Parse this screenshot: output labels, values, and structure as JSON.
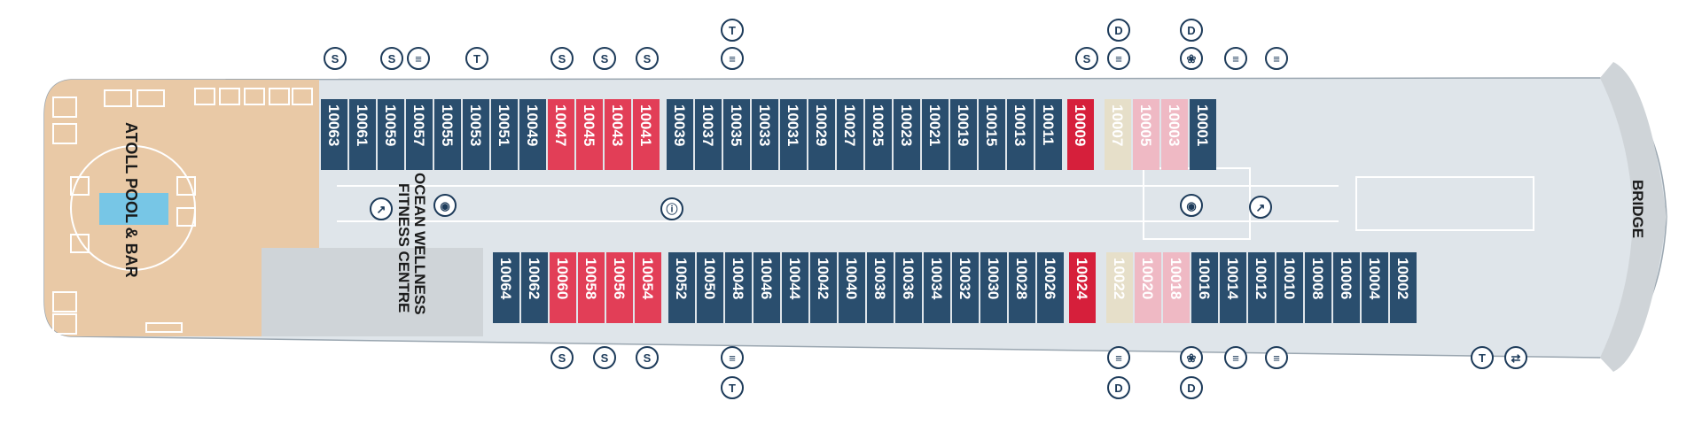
{
  "colors": {
    "hull": "#dfe5ea",
    "hull_outline": "#9aa6b0",
    "pool_deck": "#e9c9a6",
    "gray_area": "#cfd4d8",
    "pool": "#77c6e6",
    "cabin_navy": "#2a4e6e",
    "cabin_red": "#e23e57",
    "cabin_deep_red": "#d61f3b",
    "cabin_pink": "#efb9c4",
    "cabin_beige": "#e6dfc9",
    "symbol": "#1d3b5a"
  },
  "labels": {
    "pool_bar": "ATOLL POOL & BAR",
    "wellness_line1": "OCEAN WELLNESS",
    "wellness_line2": "FITNESS CENTRE",
    "bridge": "BRIDGE"
  },
  "top_cabins": [
    {
      "number": "10063",
      "category": "navy"
    },
    {
      "number": "10061",
      "category": "navy"
    },
    {
      "number": "10059",
      "category": "navy"
    },
    {
      "number": "10057",
      "category": "navy"
    },
    {
      "number": "10055",
      "category": "navy"
    },
    {
      "number": "10053",
      "category": "navy"
    },
    {
      "number": "10051",
      "category": "navy"
    },
    {
      "number": "10049",
      "category": "navy"
    },
    {
      "number": "10047",
      "category": "red"
    },
    {
      "number": "10045",
      "category": "red"
    },
    {
      "number": "10043",
      "category": "red"
    },
    {
      "number": "10041",
      "category": "red"
    },
    {
      "number": "10039",
      "category": "navy"
    },
    {
      "number": "10037",
      "category": "navy"
    },
    {
      "number": "10035",
      "category": "navy"
    },
    {
      "number": "10033",
      "category": "navy"
    },
    {
      "number": "10031",
      "category": "navy"
    },
    {
      "number": "10029",
      "category": "navy"
    },
    {
      "number": "10027",
      "category": "navy"
    },
    {
      "number": "10025",
      "category": "navy"
    },
    {
      "number": "10023",
      "category": "navy"
    },
    {
      "number": "10021",
      "category": "navy"
    },
    {
      "number": "10019",
      "category": "navy"
    },
    {
      "number": "10015",
      "category": "navy"
    },
    {
      "number": "10013",
      "category": "navy"
    },
    {
      "number": "10011",
      "category": "navy"
    },
    {
      "number": "10009",
      "category": "deep_red"
    },
    {
      "number": "10007",
      "category": "beige"
    },
    {
      "number": "10005",
      "category": "pink"
    },
    {
      "number": "10003",
      "category": "pink"
    },
    {
      "number": "10001",
      "category": "navy"
    }
  ],
  "bottom_cabins": [
    {
      "number": "10064",
      "category": "navy"
    },
    {
      "number": "10062",
      "category": "navy"
    },
    {
      "number": "10060",
      "category": "red"
    },
    {
      "number": "10058",
      "category": "red"
    },
    {
      "number": "10056",
      "category": "red"
    },
    {
      "number": "10054",
      "category": "red"
    },
    {
      "number": "10052",
      "category": "navy"
    },
    {
      "number": "10050",
      "category": "navy"
    },
    {
      "number": "10048",
      "category": "navy"
    },
    {
      "number": "10046",
      "category": "navy"
    },
    {
      "number": "10044",
      "category": "navy"
    },
    {
      "number": "10042",
      "category": "navy"
    },
    {
      "number": "10040",
      "category": "navy"
    },
    {
      "number": "10038",
      "category": "navy"
    },
    {
      "number": "10036",
      "category": "navy"
    },
    {
      "number": "10034",
      "category": "navy"
    },
    {
      "number": "10032",
      "category": "navy"
    },
    {
      "number": "10030",
      "category": "navy"
    },
    {
      "number": "10028",
      "category": "navy"
    },
    {
      "number": "10026",
      "category": "navy"
    },
    {
      "number": "10024",
      "category": "deep_red"
    },
    {
      "number": "10022",
      "category": "beige"
    },
    {
      "number": "10020",
      "category": "pink"
    },
    {
      "number": "10018",
      "category": "pink"
    },
    {
      "number": "10016",
      "category": "navy"
    },
    {
      "number": "10014",
      "category": "navy"
    },
    {
      "number": "10012",
      "category": "navy"
    },
    {
      "number": "10010",
      "category": "navy"
    },
    {
      "number": "10008",
      "category": "navy"
    },
    {
      "number": "10006",
      "category": "navy"
    },
    {
      "number": "10004",
      "category": "navy"
    },
    {
      "number": "10002",
      "category": "navy"
    }
  ],
  "symbols_top": [
    {
      "type": "S",
      "icon": "sofa-bed-icon"
    },
    {
      "type": "S",
      "icon": "sofa-bed-icon"
    },
    {
      "type": "bunk",
      "icon": "bunk-bed-icon"
    },
    {
      "type": "T",
      "icon": "third-berth-icon"
    },
    {
      "type": "S",
      "icon": "sofa-bed-icon"
    },
    {
      "type": "S",
      "icon": "sofa-bed-icon"
    },
    {
      "type": "S",
      "icon": "sofa-bed-icon"
    },
    {
      "type": "T",
      "icon": "third-berth-icon"
    },
    {
      "type": "bunk",
      "icon": "bunk-bed-icon"
    },
    {
      "type": "S",
      "icon": "sofa-bed-icon"
    },
    {
      "type": "D",
      "icon": "disabled-access-icon"
    },
    {
      "type": "bunk",
      "icon": "bunk-bed-icon"
    },
    {
      "type": "D",
      "icon": "disabled-access-icon"
    },
    {
      "type": "swirl",
      "icon": "hearing-loop-icon"
    },
    {
      "type": "bunk",
      "icon": "bunk-bed-icon"
    },
    {
      "type": "bunk",
      "icon": "bunk-bed-icon"
    }
  ],
  "symbols_bottom": [
    {
      "type": "S",
      "icon": "sofa-bed-icon"
    },
    {
      "type": "S",
      "icon": "sofa-bed-icon"
    },
    {
      "type": "S",
      "icon": "sofa-bed-icon"
    },
    {
      "type": "bunk",
      "icon": "bunk-bed-icon"
    },
    {
      "type": "T",
      "icon": "third-berth-icon"
    },
    {
      "type": "bunk",
      "icon": "bunk-bed-icon"
    },
    {
      "type": "D",
      "icon": "disabled-access-icon"
    },
    {
      "type": "swirl",
      "icon": "hearing-loop-icon"
    },
    {
      "type": "D",
      "icon": "disabled-access-icon"
    },
    {
      "type": "bunk",
      "icon": "bunk-bed-icon"
    },
    {
      "type": "bunk",
      "icon": "bunk-bed-icon"
    },
    {
      "type": "T",
      "icon": "third-berth-icon"
    },
    {
      "type": "connect",
      "icon": "connecting-icon"
    }
  ],
  "interior_icons": [
    "stairs-icon",
    "lift-icon",
    "info-icon",
    "lift-icon",
    "stairs-icon"
  ]
}
